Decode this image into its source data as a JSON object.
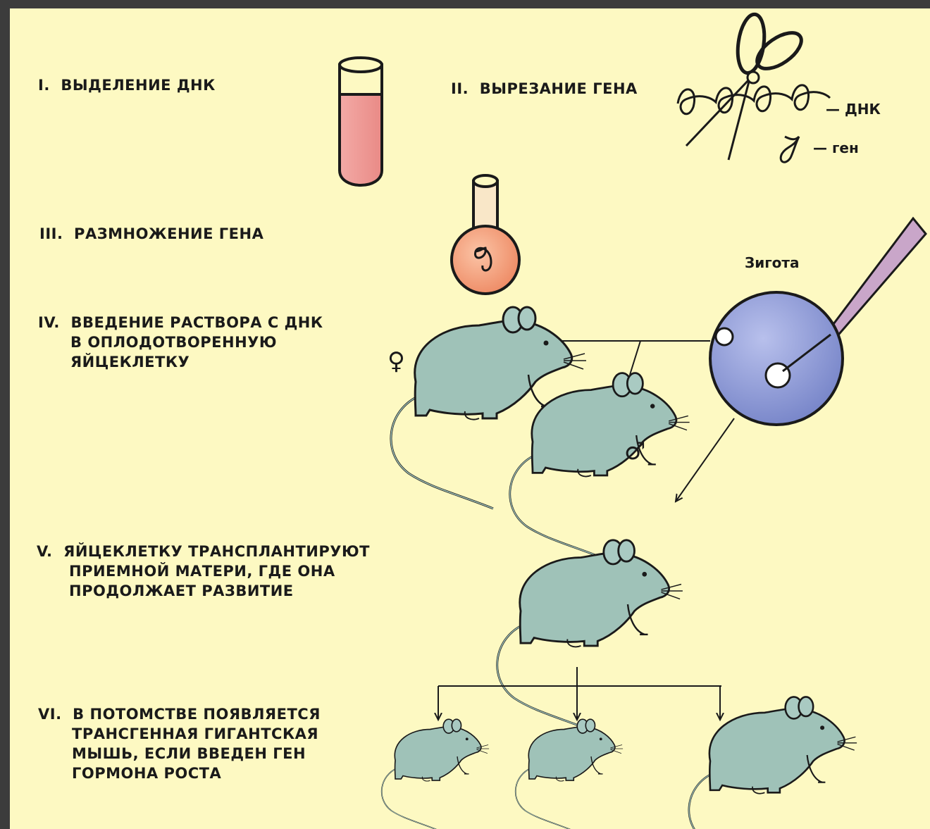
{
  "steps": [
    {
      "num": "I.",
      "lines": [
        "ВЫДЕЛЕНИЕ ДНК"
      ]
    },
    {
      "num": "II.",
      "lines": [
        "ВЫРЕЗАНИЕ ГЕНА"
      ]
    },
    {
      "num": "III.",
      "lines": [
        "РАЗМНОЖЕНИЕ ГЕНА"
      ]
    },
    {
      "num": "IV.",
      "lines": [
        "ВВЕДЕНИЕ РАСТВОРА С ДНК",
        "В ОПЛОДОТВОРЕННУЮ",
        "ЯЙЦЕКЛЕТКУ"
      ]
    },
    {
      "num": "V.",
      "lines": [
        "ЯЙЦЕКЛЕТКУ ТРАНСПЛАНТИРУЮТ",
        "ПРИЕМНОЙ МАТЕРИ, ГДЕ ОНА",
        "ПРОДОЛЖАЕТ РАЗВИТИЕ"
      ]
    },
    {
      "num": "VI.",
      "lines": [
        "В ПОТОМСТВЕ ПОЯВЛЯЕТСЯ",
        "ТРАНСГЕННАЯ ГИГАНТСКАЯ",
        "МЫШЬ, ЕСЛИ ВВЕДЕН ГЕН",
        "ГОРМОНА РОСТА"
      ]
    }
  ],
  "labels": {
    "dna": "— ДНК",
    "gene": "— ген",
    "zygote": "Зигота",
    "female_symbol": "♀",
    "male_symbol": "♂"
  },
  "colors": {
    "background": "#fdf9c2",
    "test_tube_fill": "#f09a96",
    "flask_fill": "#f5a07e",
    "zygote_fill": "#9aa6dc",
    "mouse_fill": "#9fc2b8",
    "pipette_fill": "#c9a6c9"
  },
  "icons": [
    "test-tube-icon",
    "scissors-icon",
    "flask-icon",
    "pipette-icon",
    "zygote-icon",
    "mouse-icon",
    "arrow-icon"
  ]
}
